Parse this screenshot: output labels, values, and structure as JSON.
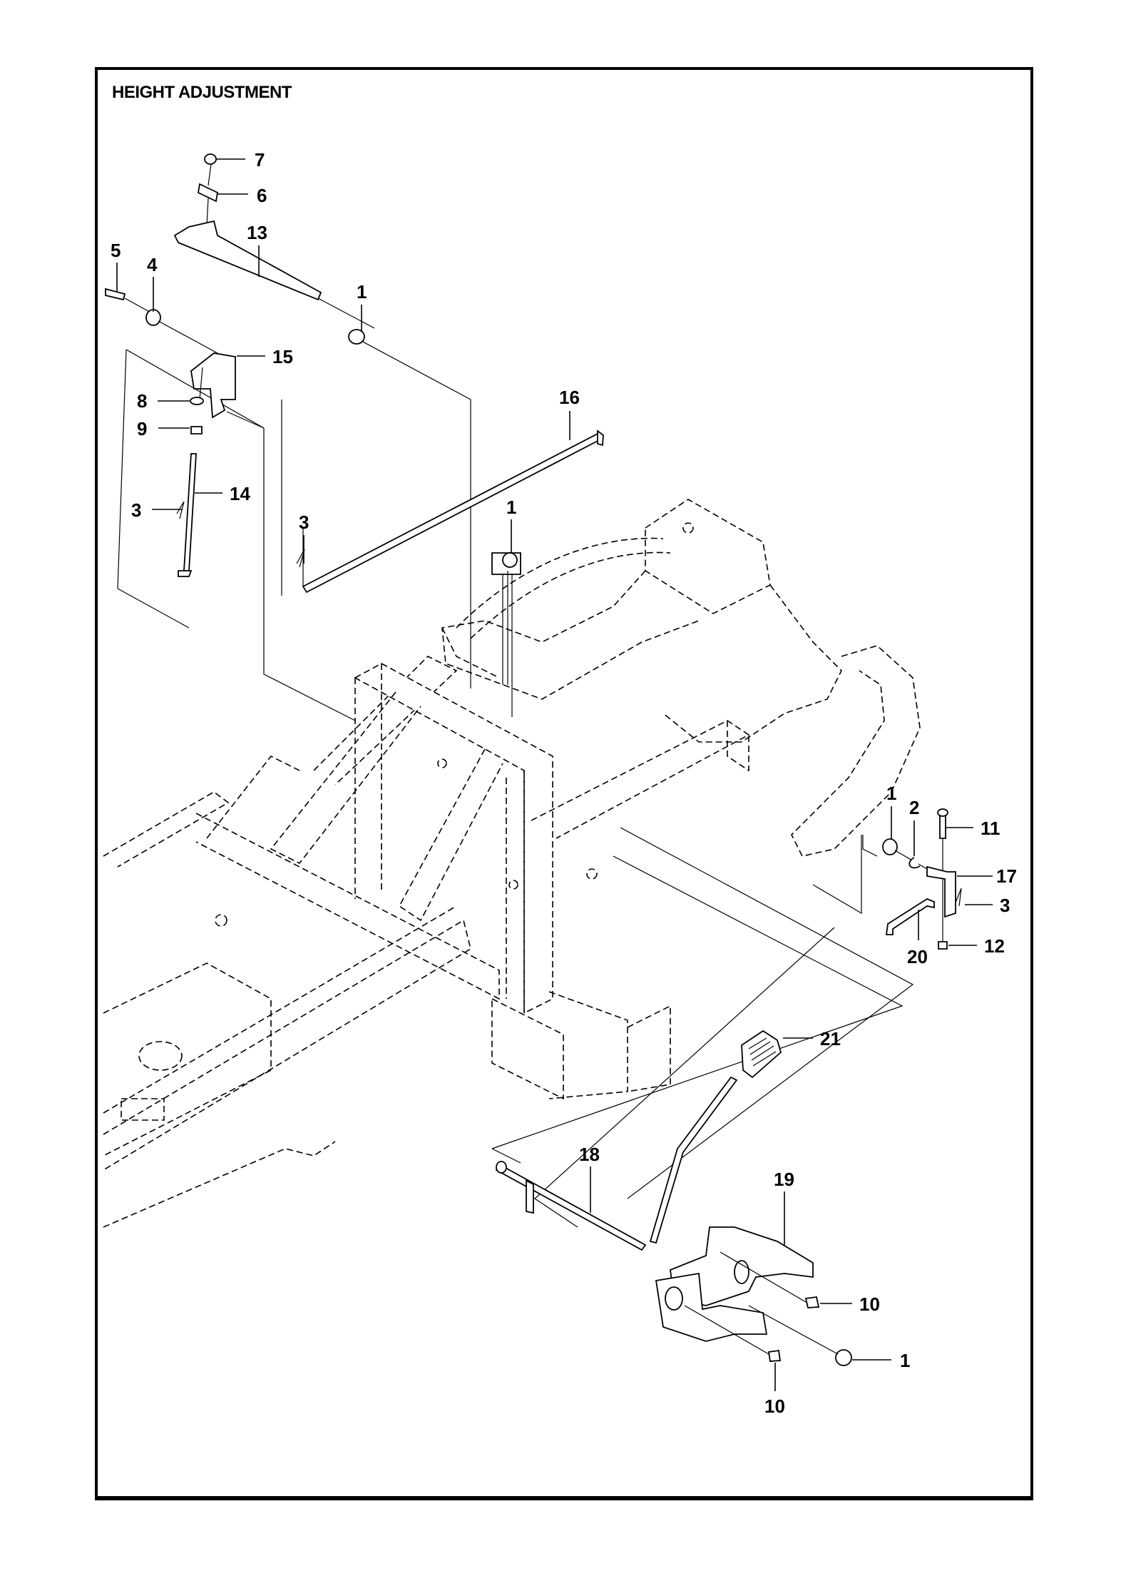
{
  "document": {
    "title": "HEIGHT ADJUSTMENT"
  },
  "callouts": [
    {
      "id": "c7",
      "number": "7"
    },
    {
      "id": "c6",
      "number": "6"
    },
    {
      "id": "c13",
      "number": "13"
    },
    {
      "id": "c5",
      "number": "5"
    },
    {
      "id": "c4",
      "number": "4"
    },
    {
      "id": "c1a",
      "number": "1"
    },
    {
      "id": "c15",
      "number": "15"
    },
    {
      "id": "c16",
      "number": "16"
    },
    {
      "id": "c8",
      "number": "8"
    },
    {
      "id": "c9",
      "number": "9"
    },
    {
      "id": "c14",
      "number": "14"
    },
    {
      "id": "c3a",
      "number": "3"
    },
    {
      "id": "c3b",
      "number": "3"
    },
    {
      "id": "c1b",
      "number": "1"
    },
    {
      "id": "c1c",
      "number": "1"
    },
    {
      "id": "c2",
      "number": "2"
    },
    {
      "id": "c11",
      "number": "11"
    },
    {
      "id": "c17",
      "number": "17"
    },
    {
      "id": "c3c",
      "number": "3"
    },
    {
      "id": "c20",
      "number": "20"
    },
    {
      "id": "c12",
      "number": "12"
    },
    {
      "id": "c21",
      "number": "21"
    },
    {
      "id": "c18",
      "number": "18"
    },
    {
      "id": "c19",
      "number": "19"
    },
    {
      "id": "c10a",
      "number": "10"
    },
    {
      "id": "c1d",
      "number": "1"
    },
    {
      "id": "c10b",
      "number": "10"
    }
  ]
}
